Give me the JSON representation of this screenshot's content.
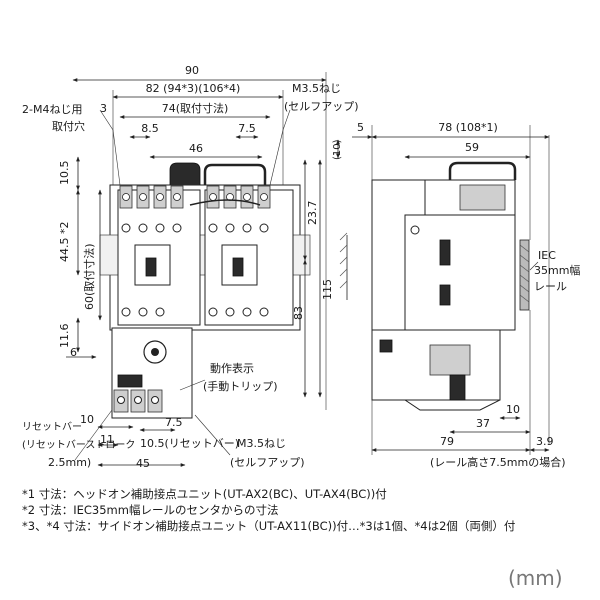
{
  "front_dims": {
    "overall_width": "90",
    "width_82": "82 (94*3)(106*4)",
    "left_3": "3",
    "mount_74": "74(取付寸法)",
    "d_8_5": "8.5",
    "d_7_5_top": "7.5",
    "d_46": "46",
    "d_10_paren": "(10)",
    "d_10_5": "10.5",
    "d_44_5": "44.5 *2",
    "d_60": "60(取付寸法)",
    "d_23_7": "23.7",
    "d_83": "83",
    "d_115": "115",
    "d_11_6": "11.6",
    "d_6": "6",
    "d_10_bottom": "10",
    "d_11": "11",
    "d_7_5_bottom": "7.5",
    "d_10_5_reset": "10.5(リセットバー)",
    "d_2_5": "2.5mm)",
    "d_45": "45"
  },
  "front_labels": {
    "m4_screw_line1": "2-M4ねじ用",
    "m4_screw_line2": "取付穴",
    "m35_top_line1": "M3.5ねじ",
    "m35_top_line2": "(セルフアップ)",
    "action_line1": "動作表示",
    "action_line2": "(手動トリップ)",
    "reset_line1": "リセットバー",
    "reset_line2": "(リセットバーストローク",
    "m35_bottom_line1": "M3.5ねじ",
    "m35_bottom_line2": "(セルフアップ)"
  },
  "side_dims": {
    "d_78": "78 (108*1)",
    "d_59": "59",
    "d_5": "5",
    "d_10_side": "10",
    "d_37": "37",
    "d_79": "79",
    "d_3_9": "3.9",
    "rail_height_note": "(レール高さ7.5mmの場合)"
  },
  "side_labels": {
    "rail_line1": "IEC",
    "rail_line2": "35mm幅",
    "rail_line3": "レール"
  },
  "notes": {
    "note1": "*1 寸法：ヘッドオン補助接点ユニット(UT-AX2(BC)、UT-AX4(BC))付",
    "note2": "*2 寸法：IEC35mm幅レールのセンタからの寸法",
    "note3": "*3、*4 寸法：サイドオン補助接点ユニット（UT-AX11(BC))付…*3は1個、*4は2個（両側）付"
  },
  "unit": "(mm)"
}
